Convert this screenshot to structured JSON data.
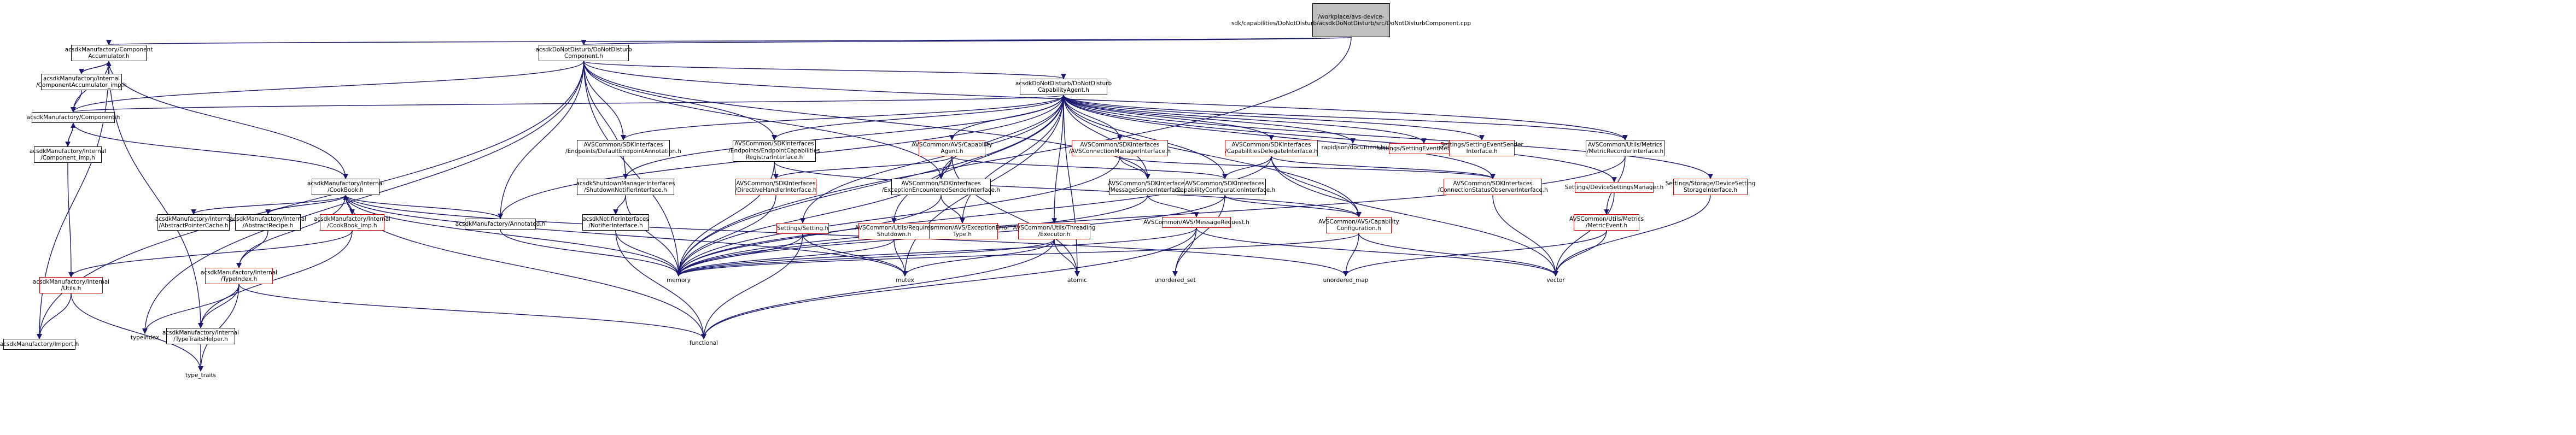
{
  "colors": {
    "edge": "#191970",
    "border": "#000000",
    "red_border": "#d00000",
    "root_fill": "#bfbfbf"
  },
  "nodes": {
    "root": "/workplace/avs-device-sdk/capabilities/DoNotDisturb/acsdkDoNotDisturb/src/DoNotDisturbComponent.cpp",
    "component_accumulator": "acsdkManufactory/Component Accumulator.h",
    "component_accumulator_imp": "acsdkManufactory/Internal /ComponentAccumulator_imp.h",
    "component": "acsdkManufactory/Component.h",
    "component_imp": "acsdkManufactory/Internal /Component_imp.h",
    "utils": "acsdkManufactory/Internal /Utils.h",
    "import": "acsdkManufactory/Import.h",
    "cookbook": "acsdkManufactory/Internal /CookBook.h",
    "abstract_pointer_cache": "acsdkManufactory/Internal /AbstractPointerCache.h",
    "abstract_recipe": "acsdkManufactory/Internal /AbstractRecipe.h",
    "cookbook_imp": "acsdkManufactory/Internal /CookBook_imp.h",
    "type_index": "acsdkManufactory/Internal /TypeIndex.h",
    "type_traits_helper": "acsdkManufactory/Internal /TypeTraitsHelper.h",
    "annotated": "acsdkManufactory/Annotated.h",
    "typeindex": "typeindex",
    "type_traits": "type_traits",
    "functional": "functional",
    "memory": "memory",
    "component_h": "acsdkDoNotDisturb/DoNotDisturb Component.h",
    "capability_agent": "acsdkDoNotDisturb/DoNotDisturb CapabilityAgent.h",
    "default_endpoint_annotation": "AVSCommon/SDKInterfaces /Endpoints/DefaultEndpointAnnotation.h",
    "endpoint_capabilities_registrar": "AVSCommon/SDKInterfaces /Endpoints/EndpointCapabilities RegistrarInterface.h",
    "directive_handler": "AVSCommon/SDKInterfaces /DirectiveHandlerInterface.h",
    "capability_agent_h": "AVSCommon/AVS/Capability Agent.h",
    "shutdown_manager": "acsdkShutdownManagerInterfaces /ShutdownNotifierInterface.h",
    "notifier_interface": "acsdkNotifierInterfaces /NotifierInterface.h",
    "exception_sender": "AVSCommon/SDKInterfaces /ExceptionEncounteredSenderInterface.h",
    "exception_error_type": "AVSCommon/AVS/ExceptionError Type.h",
    "setting": "Settings/Setting.h",
    "requires_shutdown": "AVSCommon/Utils/Requires Shutdown.h",
    "mutex": "mutex",
    "threading_executor": "AVSCommon/Utils/Threading /Executor.h",
    "atomic": "atomic",
    "connection_manager": "AVSCommon/SDKInterfaces /AVSConnectionManagerInterface.h",
    "message_sender": "AVSCommon/SDKInterfaces /MessageSenderInterface.h",
    "message_request": "AVSCommon/AVS/MessageRequest.h",
    "unordered_set": "unordered_set",
    "capabilities_delegate": "AVSCommon/SDKInterfaces /CapabilitiesDelegateInterface.h",
    "capability_config_interface": "AVSCommon/SDKInterfaces /CapabilityConfigurationInterface.h",
    "capability_configuration": "AVSCommon/AVS/Capability Configuration.h",
    "unordered_map": "unordered_map",
    "rapidjson": "rapidjson/document.h",
    "setting_event_metadata": "Settings/SettingEventMetadata.h",
    "setting_event_sender": "Settings/SettingEventSender Interface.h",
    "connection_status_observer": "AVSCommon/SDKInterfaces /ConnectionStatusObserverInterface.h",
    "device_settings_manager": "Settings/DeviceSettingsManager.h",
    "metric_recorder": "AVSCommon/Utils/Metrics /MetricRecorderInterface.h",
    "metric_event": "AVSCommon/Utils/Metrics /MetricEvent.h",
    "device_setting_storage": "Settings/Storage/DeviceSetting StorageInterface.h",
    "vector": "vector"
  }
}
